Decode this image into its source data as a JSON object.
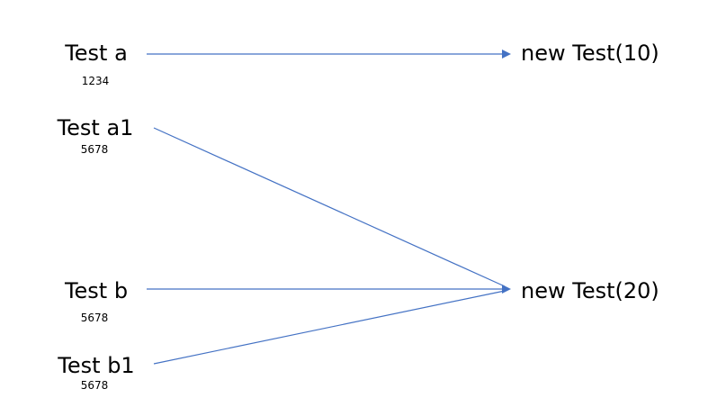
{
  "variables": [
    {
      "name": "Test a",
      "address": "1234"
    },
    {
      "name": "Test a1",
      "address": "5678"
    },
    {
      "name": "Test b",
      "address": "5678"
    },
    {
      "name": "Test b1",
      "address": "5678"
    }
  ],
  "objects": [
    {
      "label": "new Test(10)"
    },
    {
      "label": "new Test(20)"
    }
  ],
  "colors": {
    "arrow": "#4472c4",
    "text": "#000000",
    "background": "#ffffff"
  }
}
